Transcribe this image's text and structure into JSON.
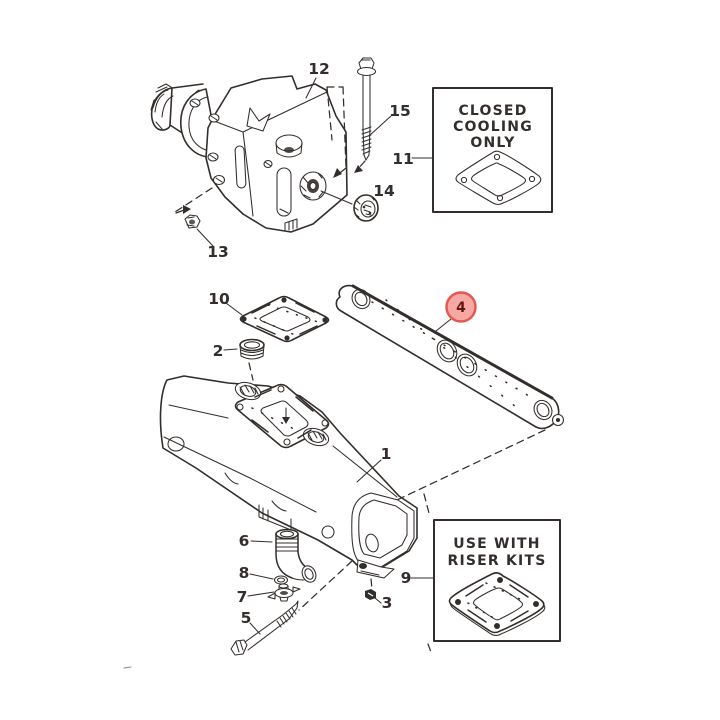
{
  "page": {
    "background": "#ffffff",
    "ink_color": "#332e2b"
  },
  "diagram": {
    "description": "Exploded-view parts diagram: marine engine exhaust manifold with thermostat housing, gaskets and fasteners",
    "callouts": {
      "c1": "1",
      "c2": "2",
      "c3": "3",
      "c5": "5",
      "c6": "6",
      "c7": "7",
      "c8": "8",
      "c9": "9",
      "c10": "10",
      "c11": "11",
      "c12": "12",
      "c13": "13",
      "c14": "14",
      "c15": "15"
    },
    "highlighted_callout": {
      "label": "4",
      "fill": "#f7a8a2",
      "stroke": "#e2574e",
      "text_color": "#5f1712"
    },
    "note_boxes": {
      "closed_cooling": {
        "lines": [
          "CLOSED",
          "COOLING",
          "ONLY"
        ]
      },
      "riser_kits": {
        "lines": [
          "USE WITH",
          "RISER KITS"
        ]
      }
    }
  }
}
